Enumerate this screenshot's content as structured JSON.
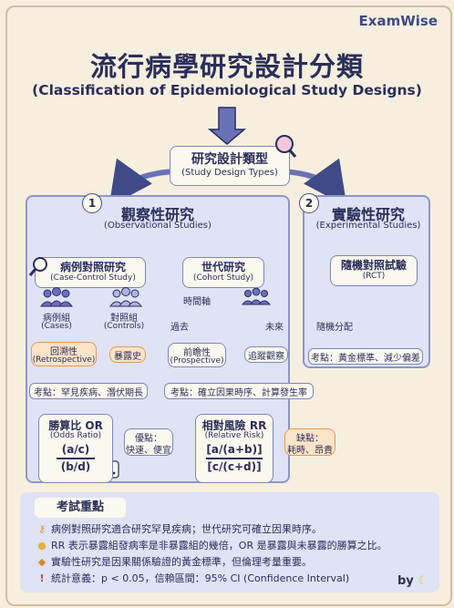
{
  "brand": "ExamWise",
  "title_zh": "流行病學研究設計分類",
  "title_en": "(Classification of Epidemiological Study Designs)",
  "root": {
    "zh": "研究設計類型",
    "en": "(Study Design Types)"
  },
  "observational": {
    "num": "1",
    "zh": "觀察性研究",
    "en": "(Observational Studies)",
    "case_control": {
      "zh": "病例對照研究",
      "en": "(Case-Control Study)",
      "cases_zh": "病例組",
      "cases_en": "(Cases)",
      "controls_zh": "對照組",
      "controls_en": "(Controls)",
      "direction_zh": "回溯性",
      "direction_en": "(Retrospective)",
      "exposure": "暴露史",
      "exam": "考點：罕見疾病、潛伏期長"
    },
    "cohort": {
      "zh": "世代研究",
      "en": "(Cohort Study)",
      "timeline": "時間軸",
      "past": "過去",
      "future": "未來",
      "direction_zh": "前瞻性",
      "direction_en": "(Prospective)",
      "follow": "追蹤觀察",
      "exam": "考點：確立因果時序、計算發生率"
    },
    "odds_ratio": {
      "zh": "勝算比 OR",
      "en": "(Odds Ratio)",
      "num": "(a/c)",
      "den": "(b/d)",
      "pro_title": "優點：",
      "pro_text": "快速、便宜"
    },
    "relative_risk": {
      "zh": "相對風險 RR",
      "en": "(Relative Risk)",
      "num": "[a/(a+b)]",
      "den": "[c/(c+d)]",
      "con_title": "缺點：",
      "con_text": "耗時、昂貴"
    }
  },
  "experimental": {
    "num": "2",
    "zh": "實驗性研究",
    "en": "(Experimental Studies)",
    "rct_zh": "隨機對照試驗",
    "rct_en": "(RCT)",
    "randomize": "隨機分配",
    "exam": "考點：黃金標準、減少偏差"
  },
  "key_points": {
    "title": "考試重點",
    "items": [
      {
        "icon": "key-icon",
        "text": "病例對照研究適合研究罕見疾病；世代研究可確立因果時序。"
      },
      {
        "icon": "lightbulb-icon",
        "text": "RR 表示暴露組發病率是非暴露組的幾倍，OR 是暴露與未暴露的勝算之比。"
      },
      {
        "icon": "shield-icon",
        "text": "實驗性研究是因果關係驗證的黃金標準，但倫理考量重要。"
      },
      {
        "icon": "exclamation-icon",
        "text": "統計意義：p < 0.05，信賴區間：95% CI (Confidence Interval)"
      }
    ]
  },
  "signature": "by",
  "colors": {
    "navy": "#2a2e5a",
    "panel": "#dfe3f5",
    "orange": "#e39b53",
    "cream": "#f6efdf",
    "people": "#6b6fc4"
  }
}
